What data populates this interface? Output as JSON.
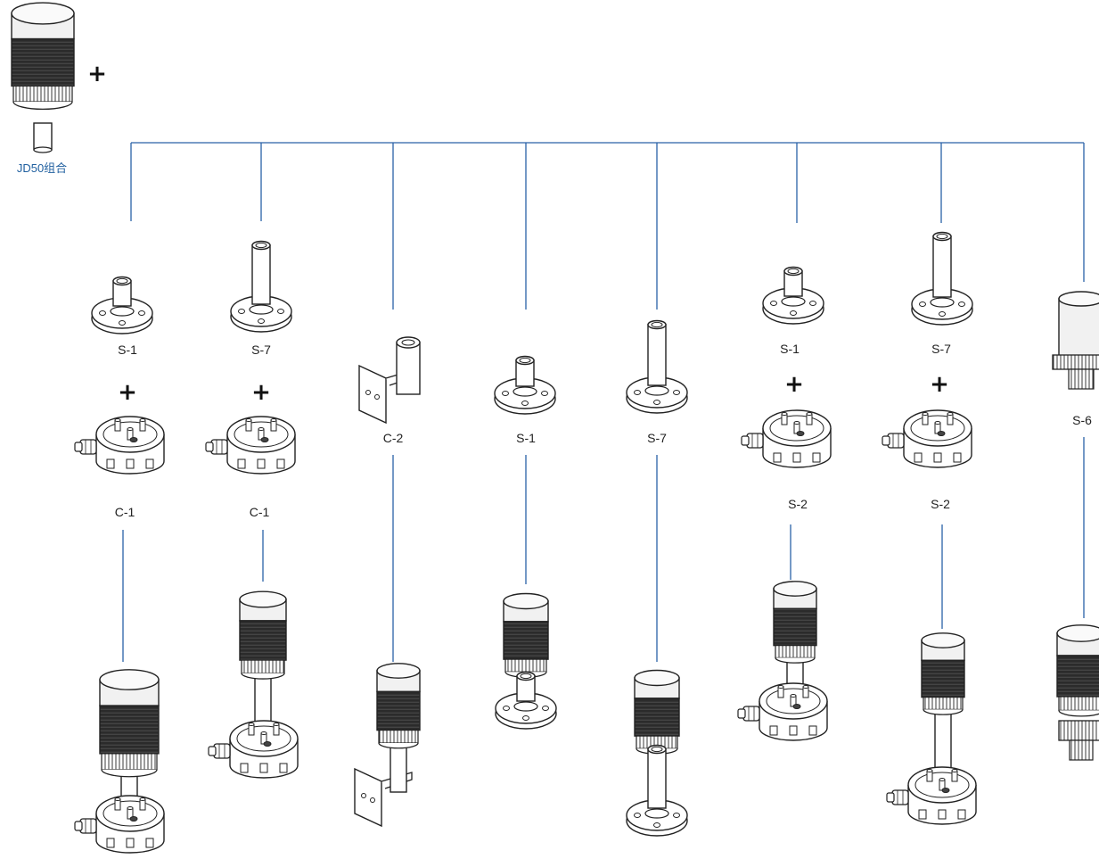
{
  "main_light": {
    "label": "JD50组合",
    "plus": "+"
  },
  "colors": {
    "line": "#2a62a8",
    "stroke": "#222222",
    "lens": "#f1f1f1",
    "dark_body": "#2b2b2b",
    "label_blue": "#1f5f9f"
  },
  "columns": [
    {
      "id": "col-1",
      "base_label": "S-1",
      "plus": "+",
      "mount_label": "C-1"
    },
    {
      "id": "col-2",
      "base_label": "S-7",
      "plus": "+",
      "mount_label": "C-1"
    },
    {
      "id": "col-3",
      "base_label": "C-2"
    },
    {
      "id": "col-4",
      "base_label": "S-1"
    },
    {
      "id": "col-5",
      "base_label": "S-7"
    },
    {
      "id": "col-6",
      "base_label": "S-1",
      "plus": "+",
      "mount_label": "S-2"
    },
    {
      "id": "col-7",
      "base_label": "S-7",
      "plus": "+",
      "mount_label": "S-2"
    },
    {
      "id": "col-8",
      "base_label": "S-6"
    }
  ]
}
